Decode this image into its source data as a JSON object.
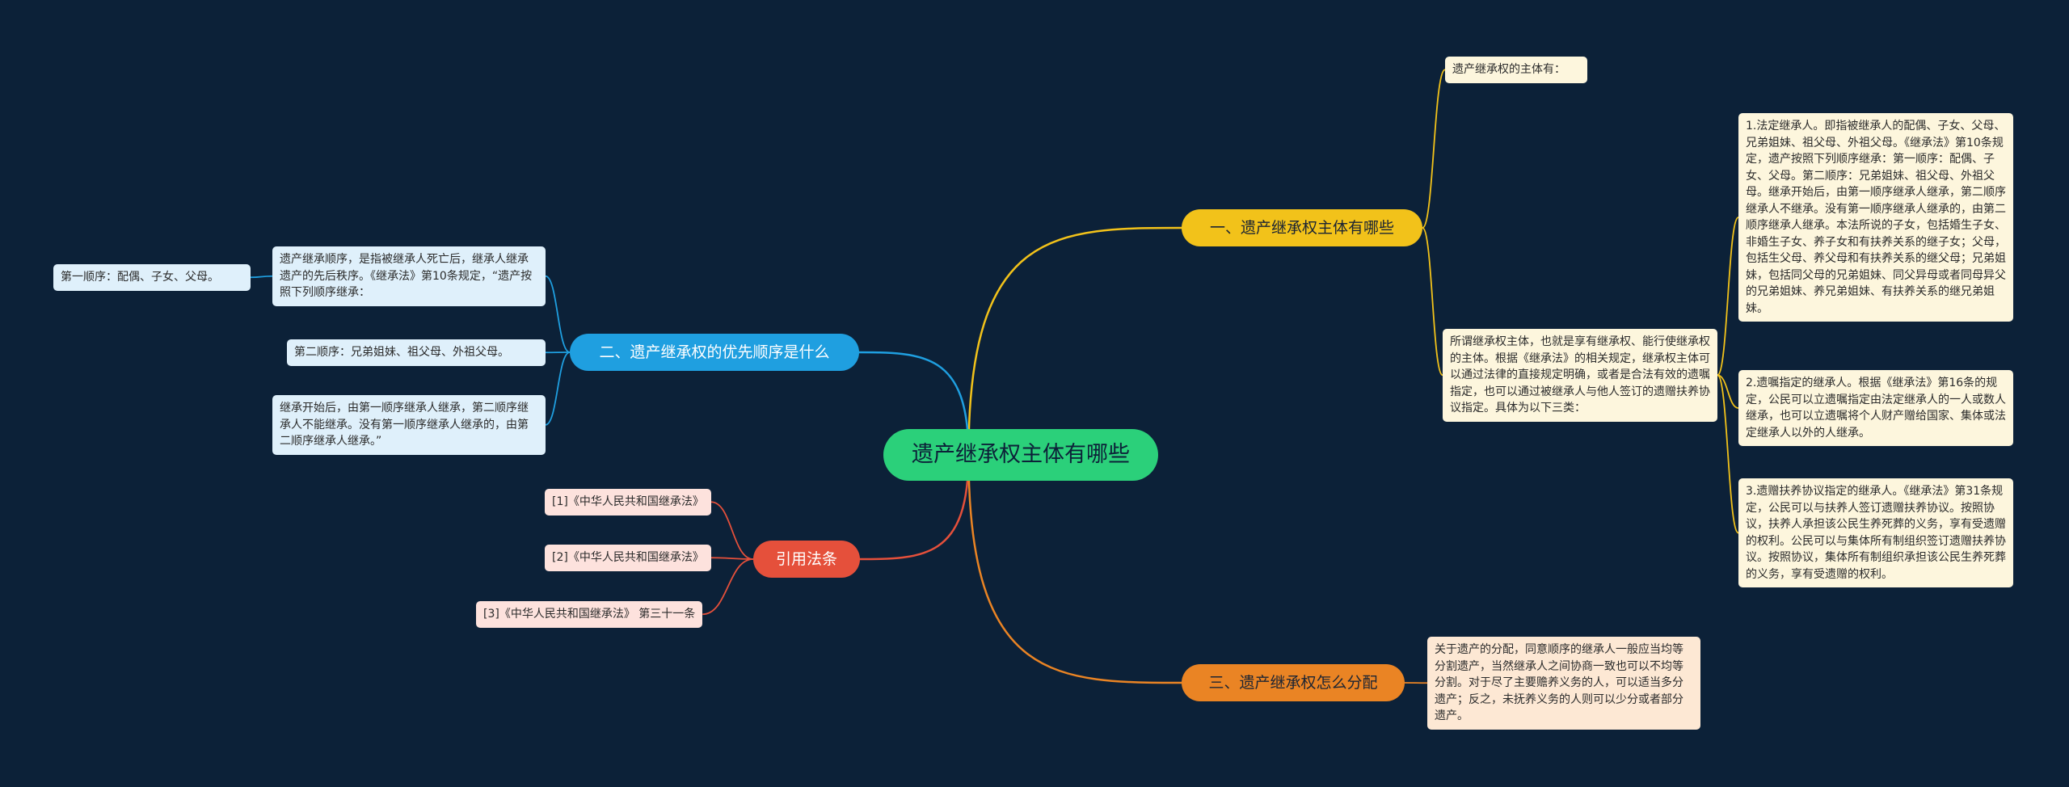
{
  "colors": {
    "background": "#0c2138",
    "root": "#2bd07a",
    "branch_1": "#f2c21a",
    "branch_2": "#1f9fe0",
    "branch_3": "#e5503b",
    "branch_4": "#ea8424"
  },
  "root": {
    "label": "遗产继承权主体有哪些"
  },
  "branches": [
    {
      "label": "一、遗产继承权主体有哪些",
      "children": [
        {
          "text": "遗产继承权的主体有："
        },
        {
          "text": "所谓继承权主体，也就是享有继承权、能行使继承权的主体。根据《继承法》的相关规定，继承权主体可以通过法律的直接规定明确，或者是合法有效的遗嘱指定，也可以通过被继承人与他人签订的遗赠扶养协议指定。具体为以下三类：",
          "children": [
            {
              "text": "1.法定继承人。即指被继承人的配偶、子女、父母、兄弟姐妹、祖父母、外祖父母。《继承法》第10条规定，遗产按照下列顺序继承：第一顺序：配偶、子女、父母。第二顺序：兄弟姐妹、祖父母、外祖父母。继承开始后，由第一顺序继承人继承，第二顺序继承人不继承。没有第一顺序继承人继承的，由第二顺序继承人继承。本法所说的子女，包括婚生子女、非婚生子女、养子女和有扶养关系的继子女；父母，包括生父母、养父母和有扶养关系的继父母；兄弟姐妹，包括同父母的兄弟姐妹、同父异母或者同母异父的兄弟姐妹、养兄弟姐妹、有扶养关系的继兄弟姐妹。"
            },
            {
              "text": "2.遗嘱指定的继承人。根据《继承法》第16条的规定，公民可以立遗嘱指定由法定继承人的一人或数人继承，也可以立遗嘱将个人财产赠给国家、集体或法定继承人以外的人继承。"
            },
            {
              "text": "3.遗赠扶养协议指定的继承人。《继承法》第31条规定，公民可以与扶养人签订遗赠扶养协议。按照协议，扶养人承担该公民生养死葬的义务，享有受遗赠的权利。公民可以与集体所有制组织签订遗赠扶养协议。按照协议，集体所有制组织承担该公民生养死葬的义务，享有受遗赠的权利。"
            }
          ]
        }
      ]
    },
    {
      "label": "二、遗产继承权的优先顺序是什么",
      "children": [
        {
          "text": "遗产继承顺序，是指被继承人死亡后，继承人继承遗产的先后秩序。《继承法》第10条规定，“遗产按照下列顺序继承：",
          "children": [
            {
              "text": "第一顺序：配偶、子女、父母。"
            }
          ]
        },
        {
          "text": "第二顺序：兄弟姐妹、祖父母、外祖父母。"
        },
        {
          "text": "继承开始后，由第一顺序继承人继承，第二顺序继承人不能继承。没有第一顺序继承人继承的，由第二顺序继承人继承。”"
        }
      ]
    },
    {
      "label": "引用法条",
      "children": [
        {
          "text": "[1]《中华人民共和国继承法》"
        },
        {
          "text": "[2]《中华人民共和国继承法》"
        },
        {
          "text": "[3]《中华人民共和国继承法》 第三十一条"
        }
      ]
    },
    {
      "label": "三、遗产继承权怎么分配",
      "children": [
        {
          "text": "关于遗产的分配，同意顺序的继承人一般应当均等分割遗产，当然继承人之间协商一致也可以不均等分割。对于尽了主要赡养义务的人，可以适当多分遗产；反之，未抚养义务的人则可以少分或者部分遗产。"
        }
      ]
    }
  ]
}
